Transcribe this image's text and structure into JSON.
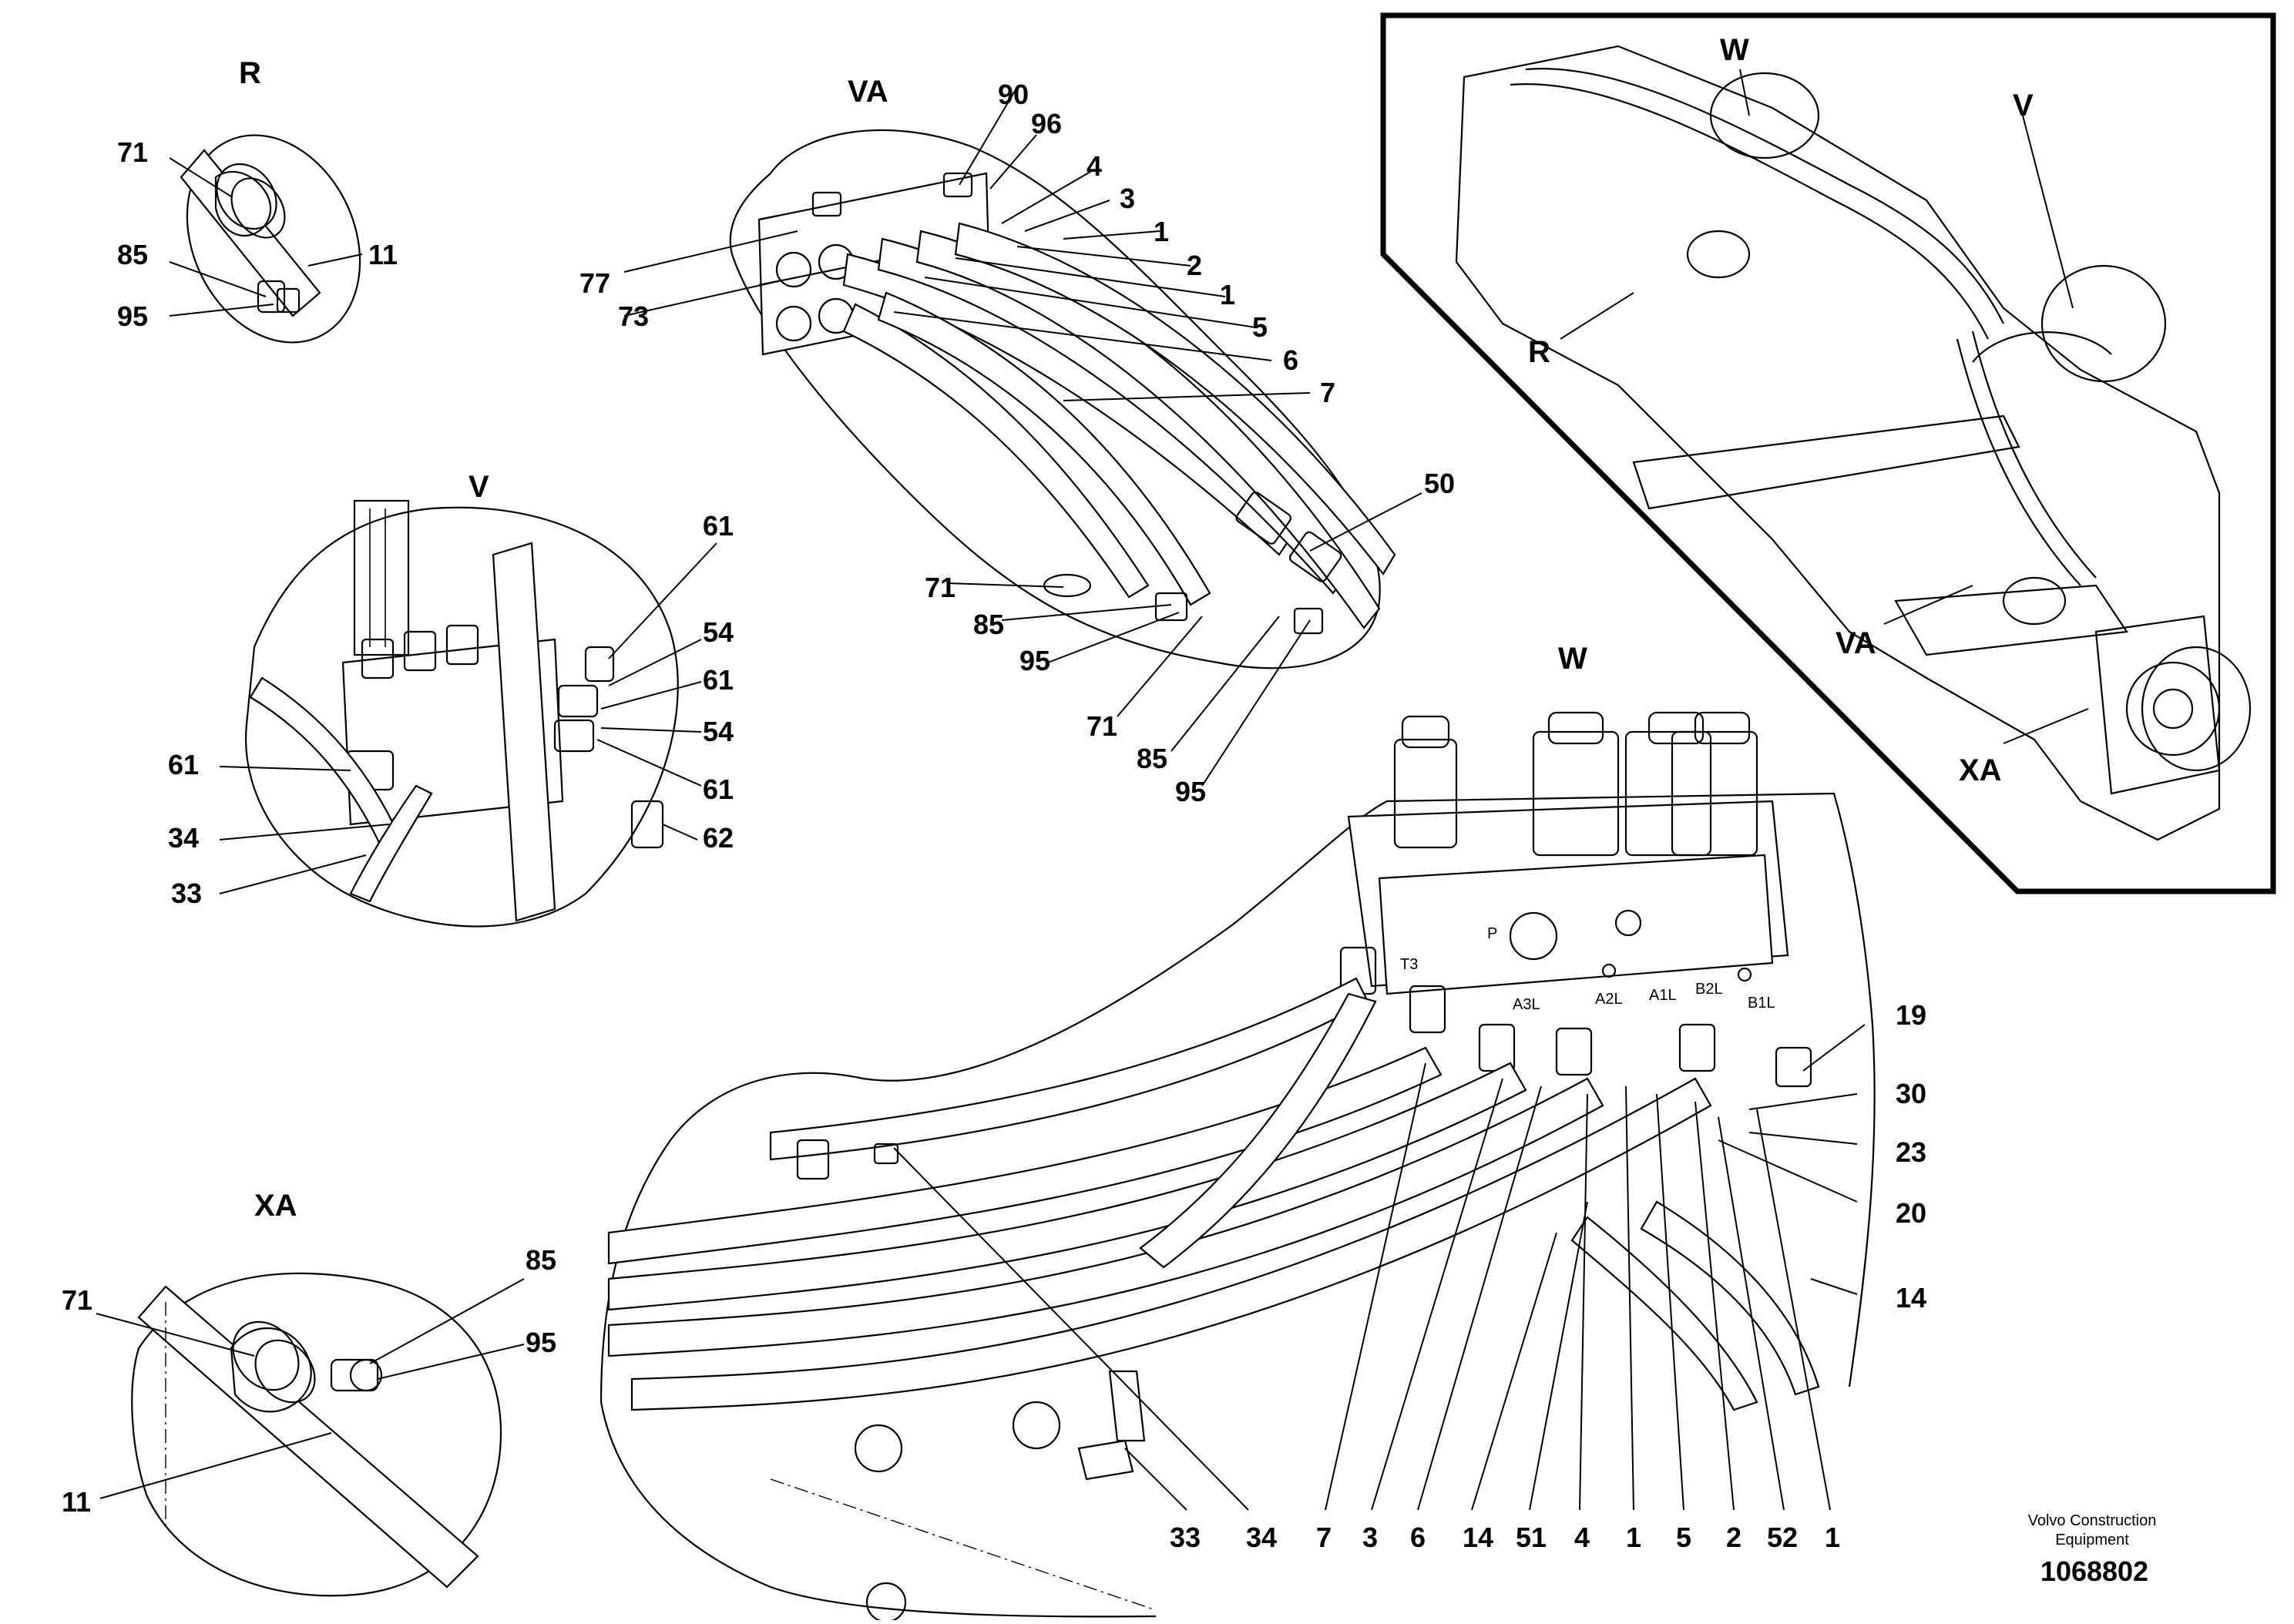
{
  "sections": {
    "r": "R",
    "va": "VA",
    "v": "V",
    "w": "W",
    "xa": "XA",
    "overview": {
      "w": "W",
      "v": "V",
      "r": "R",
      "va": "VA",
      "xa": "XA"
    }
  },
  "callouts": {
    "r": [
      "71",
      "85",
      "95",
      "11"
    ],
    "va": [
      "90",
      "96",
      "4",
      "3",
      "1",
      "2",
      "1",
      "5",
      "6",
      "7",
      "77",
      "73",
      "50",
      "71",
      "85",
      "95",
      "71",
      "85",
      "95"
    ],
    "v": [
      "61",
      "54",
      "61",
      "54",
      "61",
      "61",
      "34",
      "33",
      "62"
    ],
    "w": [
      "19",
      "30",
      "23",
      "20",
      "14"
    ],
    "w_bottom": [
      "33",
      "34",
      "7",
      "3",
      "6",
      "14",
      "51",
      "4",
      "1",
      "5",
      "2",
      "52",
      "1"
    ],
    "xa": [
      "85",
      "95",
      "71",
      "11"
    ]
  },
  "port_marks": [
    "P",
    "T3",
    "A3L",
    "A2L",
    "A1L",
    "B2L",
    "B1L"
  ],
  "footer": {
    "company_line1": "Volvo Construction",
    "company_line2": "Equipment",
    "drawing_number": "1068802"
  }
}
